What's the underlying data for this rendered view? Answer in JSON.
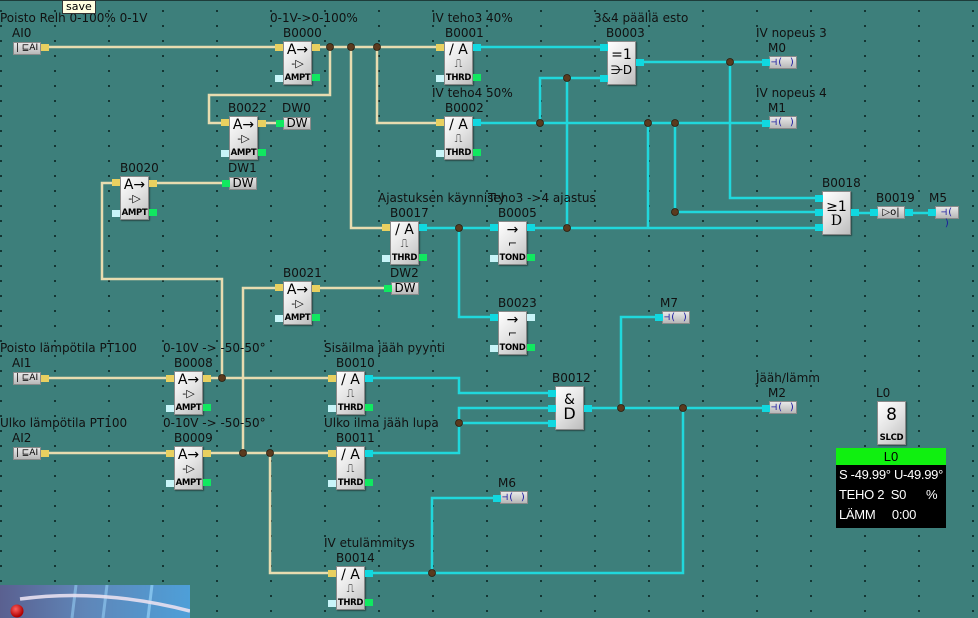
{
  "tooltip": "save",
  "colors": {
    "background": "#3d7f7b",
    "analog_wire": "#e8dcb0",
    "digital_wire": "#20d8dc",
    "junction": "#5a3a1e",
    "lcd_header": "#10f010"
  },
  "inputs": {
    "ai0": {
      "id": "AI0",
      "comment": "Poisto Relh 0-100% 0-1V",
      "glyph": "| ⊑AI"
    },
    "ai1": {
      "id": "AI1",
      "comment": "Poisto lämpötila PT100",
      "glyph": "| ⊑AI"
    },
    "ai2": {
      "id": "AI2",
      "comment": "Ulko lämpötila PT100",
      "glyph": "| ⊑AI"
    }
  },
  "blocks": {
    "b0000": {
      "id": "B0000",
      "comment": "0-1V->0-100%",
      "symbol": "A→",
      "sub": "-▷",
      "type": "AMPT"
    },
    "b0022": {
      "id": "B0022",
      "symbol": "A→",
      "sub": "-▷",
      "type": "AMPT"
    },
    "b0020": {
      "id": "B0020",
      "symbol": "A→",
      "sub": "-▷",
      "type": "AMPT"
    },
    "b0021": {
      "id": "B0021",
      "symbol": "A→",
      "sub": "-▷",
      "type": "AMPT"
    },
    "b0008": {
      "id": "B0008",
      "comment": "0-10V -> -50-50°",
      "symbol": "A→",
      "sub": "-▷",
      "type": "AMPT"
    },
    "b0009": {
      "id": "B0009",
      "comment": "0-10V -> -50-50°",
      "symbol": "A→",
      "sub": "-▷",
      "type": "AMPT"
    },
    "b0001": {
      "id": "B0001",
      "comment": "IV teho3 40%",
      "symbol": "/ A",
      "sub": "⎍",
      "type": "THRD"
    },
    "b0002": {
      "id": "B0002",
      "comment": "IV teho4 50%",
      "symbol": "/ A",
      "sub": "⎍",
      "type": "THRD"
    },
    "b0017": {
      "id": "B0017",
      "comment": "Ajastuksen käynnisty",
      "symbol": "/ A",
      "sub": "⎍",
      "type": "THRD"
    },
    "b0010": {
      "id": "B0010",
      "comment": "Sisäilma jääh pyynti",
      "symbol": "/ A",
      "sub": "⎍",
      "type": "THRD"
    },
    "b0011": {
      "id": "B0011",
      "comment": "Ulko ilma jääh lupa",
      "symbol": "/ A",
      "sub": "⎍",
      "type": "THRD"
    },
    "b0014": {
      "id": "B0014",
      "comment": "IV etulämmitys",
      "symbol": "/ A",
      "sub": "⎍",
      "type": "THRD"
    },
    "b0005": {
      "id": "B0005",
      "comment": "Teho3 ->4 ajastus",
      "symbol": "→",
      "sub": "⌐",
      "type": "TOND"
    },
    "b0023": {
      "id": "B0023",
      "symbol": "→",
      "sub": "⌐",
      "type": "TOND"
    },
    "b0003": {
      "id": "B0003",
      "comment": "3&4 päällä esto",
      "symbol": "=1",
      "sub": "⋺D"
    },
    "b0018": {
      "id": "B0018",
      "symbol": "≥1",
      "sub": "D"
    },
    "b0012": {
      "id": "B0012",
      "symbol": "&",
      "sub": "D"
    },
    "b0019": {
      "id": "B0019",
      "symbol": "▷o|"
    }
  },
  "outputs": {
    "dw0": {
      "id": "DW0",
      "text": "DW"
    },
    "dw1": {
      "id": "DW1",
      "text": "DW"
    },
    "dw2": {
      "id": "DW2",
      "text": "DW"
    },
    "m0": {
      "id": "M0",
      "comment": "IV nopeus 3",
      "glyph": "⊣( )"
    },
    "m1": {
      "id": "M1",
      "comment": "IV nopeus 4",
      "glyph": "⊣( )"
    },
    "m2": {
      "id": "M2",
      "comment": "Jääh/lämm",
      "glyph": "⊣( )"
    },
    "m5": {
      "id": "M5",
      "glyph": "⊣( )"
    },
    "m6": {
      "id": "M6",
      "glyph": "⊣( )"
    },
    "m7": {
      "id": "M7",
      "glyph": "⊣( )"
    }
  },
  "lcd_block": {
    "id": "L0",
    "symbol": "8",
    "type": "SLCD"
  },
  "lcd_display": {
    "header": "L0",
    "lines": [
      "S -49.99° U-49.99°",
      "TEHO 2  S0      %",
      "LÄMM     0:00"
    ]
  }
}
